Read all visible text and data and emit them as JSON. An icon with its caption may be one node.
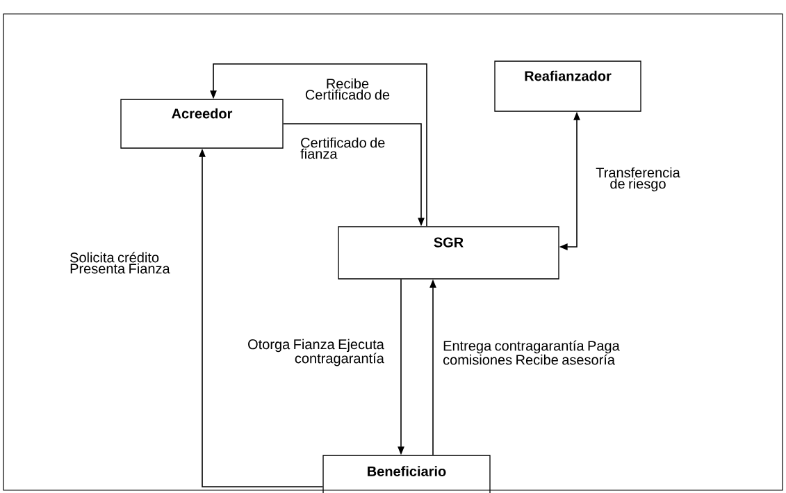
{
  "diagram": {
    "nodes": [
      {
        "text": [
          "Acreedor"
        ]
      },
      {
        "text": [
          "Reafianzador"
        ]
      },
      {
        "text": [
          "SGR"
        ]
      },
      {
        "text": [
          "Beneficiario"
        ]
      }
    ],
    "edges": [
      {
        "from": 2,
        "to": 0,
        "arrow": "to",
        "label": "Recibe Certificado de"
      },
      {
        "from": 0,
        "to": 2,
        "arrow": "to",
        "label": "Certificado de fianza"
      },
      {
        "from": 2,
        "to": 1,
        "arrow": "both",
        "label": "Transferencia de riesgo"
      },
      {
        "from": 3,
        "to": 0,
        "arrow": "to",
        "label": "Solicita crédito Presenta Fianza"
      },
      {
        "from": 2,
        "to": 3,
        "arrow": "to",
        "label": "Otorga Fianza Ejecuta contragarantía"
      },
      {
        "from": 3,
        "to": 2,
        "arrow": "to",
        "label": "Entrega contragarantía Paga comisiones Recibe asesoría"
      }
    ]
  }
}
